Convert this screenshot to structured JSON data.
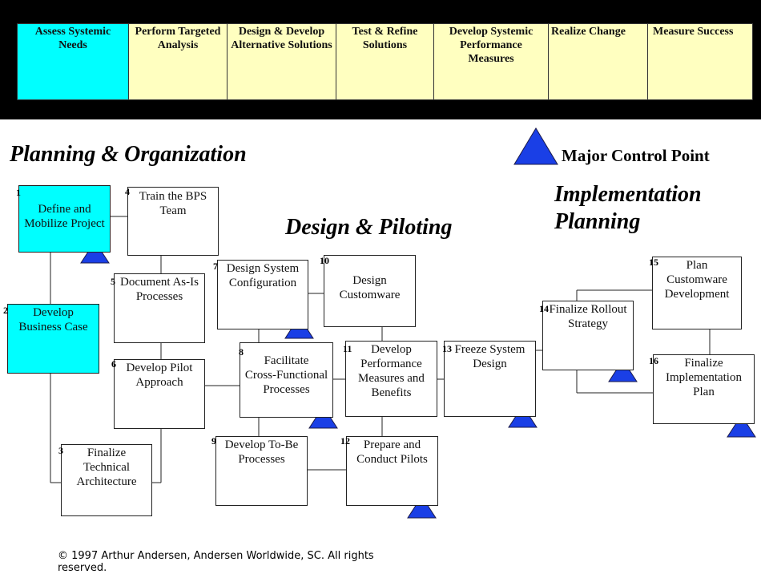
{
  "phases": [
    {
      "label": "Assess Systemic\nNeeds"
    },
    {
      "label": "Perform Targeted\nAnalysis"
    },
    {
      "label": "Design & Develop\nAlternative Solutions"
    },
    {
      "label": "Test & Refine\nSolutions"
    },
    {
      "label": "Develop Systemic\nPerformance\nMeasures"
    },
    {
      "label": "Realize Change"
    },
    {
      "label": "Measure Success"
    }
  ],
  "sections": {
    "planning": "Planning & Organization",
    "design": "Design & Piloting",
    "implementation": "Implementation\nPlanning"
  },
  "legend": {
    "label": "Major Control Point",
    "color": "#1a3fe6"
  },
  "tasks": [
    {
      "num": "1",
      "label": "Define and\nMobilize Project"
    },
    {
      "num": "2",
      "label": "Develop\nBusiness Case"
    },
    {
      "num": "3",
      "label": "Finalize\nTechnical\nArchitecture"
    },
    {
      "num": "4",
      "label": "Train the BPS\nTeam"
    },
    {
      "num": "5",
      "label": "Document As-Is\nProcesses"
    },
    {
      "num": "6",
      "label": "Develop Pilot\nApproach"
    },
    {
      "num": "7",
      "label": "Design System\nConfiguration"
    },
    {
      "num": "8",
      "label": "Facilitate\nCross-Functional\nProcesses"
    },
    {
      "num": "9",
      "label": "Develop To-Be\nProcesses"
    },
    {
      "num": "10",
      "label": "Design\nCustomware"
    },
    {
      "num": "11",
      "label": "Develop\nPerformance\nMeasures and\nBenefits"
    },
    {
      "num": "12",
      "label": "Prepare and\nConduct Pilots"
    },
    {
      "num": "13",
      "label": "Freeze System\nDesign"
    },
    {
      "num": "14",
      "label": "Finalize Rollout\nStrategy"
    },
    {
      "num": "15",
      "label": "Plan\nCustomware\nDevelopment"
    },
    {
      "num": "16",
      "label": "Finalize\nImplementation\nPlan"
    }
  ],
  "copyright": "© 1997 Arthur Andersen, Andersen Worldwide, SC. All rights reserved.",
  "colors": {
    "active_phase": "#00ffff",
    "phase": "#ffffc0",
    "control_point": "#1a3fe6"
  }
}
